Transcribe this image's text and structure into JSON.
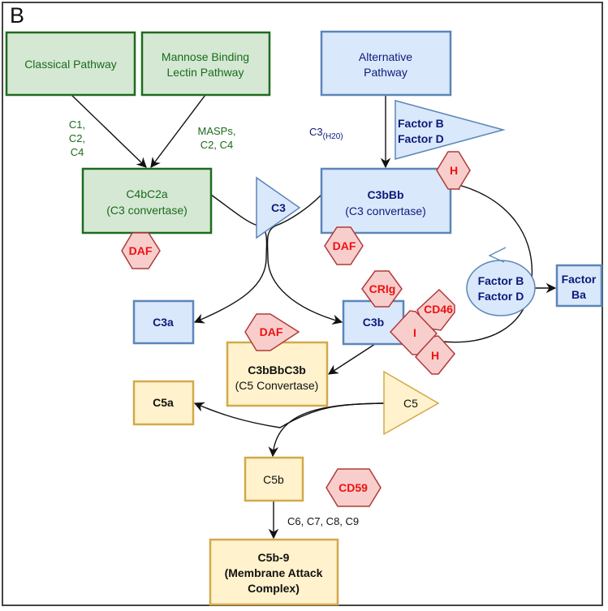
{
  "panel_label": "B",
  "colors": {
    "green_fill": "#d5e8d4",
    "green_stroke": "#1e6b1e",
    "green_text": "#1a6b1a",
    "blue_fill": "#dae8fc",
    "blue_stroke": "#5b86b8",
    "blue_text": "#0d1a7a",
    "yellow_fill": "#fff2cc",
    "yellow_stroke": "#d2a94a",
    "yellow_text": "#111111",
    "red_fill": "#f8cecc",
    "red_stroke": "#b03a3a",
    "red_text": "#ee1111",
    "edge": "#111111"
  },
  "nodes": {
    "classical": {
      "lines": [
        "Classical Pathway"
      ]
    },
    "mbl": {
      "lines": [
        "Mannose Binding",
        "Lectin Pathway"
      ]
    },
    "alternative": {
      "lines": [
        "Alternative",
        "Pathway"
      ]
    },
    "c4bc2a": {
      "lines": [
        "C4bC2a",
        "(C3 convertase)"
      ]
    },
    "c3": {
      "lines": [
        "C3"
      ]
    },
    "c3bbb": {
      "lines": [
        "C3bBb",
        "(C3 convertase)"
      ]
    },
    "factor_bd_tri": {
      "lines": [
        "Factor B",
        "Factor D"
      ]
    },
    "factor_bd_ellipse": {
      "lines": [
        "Factor B",
        "Factor D"
      ]
    },
    "factor_ba": {
      "lines": [
        "Factor",
        "Ba"
      ]
    },
    "c3a": {
      "lines": [
        "C3a"
      ]
    },
    "c3b": {
      "lines": [
        "C3b"
      ]
    },
    "c3bbbc3b": {
      "lines": [
        "C3bBbC3b",
        "(C5 Convertase)"
      ]
    },
    "c5a": {
      "lines": [
        "C5a"
      ]
    },
    "c5": {
      "lines": [
        "C5"
      ]
    },
    "c5b": {
      "lines": [
        "C5b"
      ]
    },
    "mac": {
      "lines": [
        "C5b-9",
        "(Membrane Attack",
        "Complex)"
      ]
    }
  },
  "regulators": {
    "daf_c4bc2a": "DAF",
    "h_c3bbb": "H",
    "daf_c3bbb": "DAF",
    "crig": "CRIg",
    "cd46": "CD46",
    "i": "I",
    "h_c3b": "H",
    "daf_c5conv": "DAF",
    "cd59": "CD59"
  },
  "edge_labels": {
    "classical": [
      "C1,",
      "C2,",
      "C4"
    ],
    "mbl": [
      "MASPs,",
      "C2, C4"
    ],
    "c3h2o_main": "C3",
    "c3h2o_sub": "(H20)",
    "mac": "C6, C7, C8, C9"
  }
}
